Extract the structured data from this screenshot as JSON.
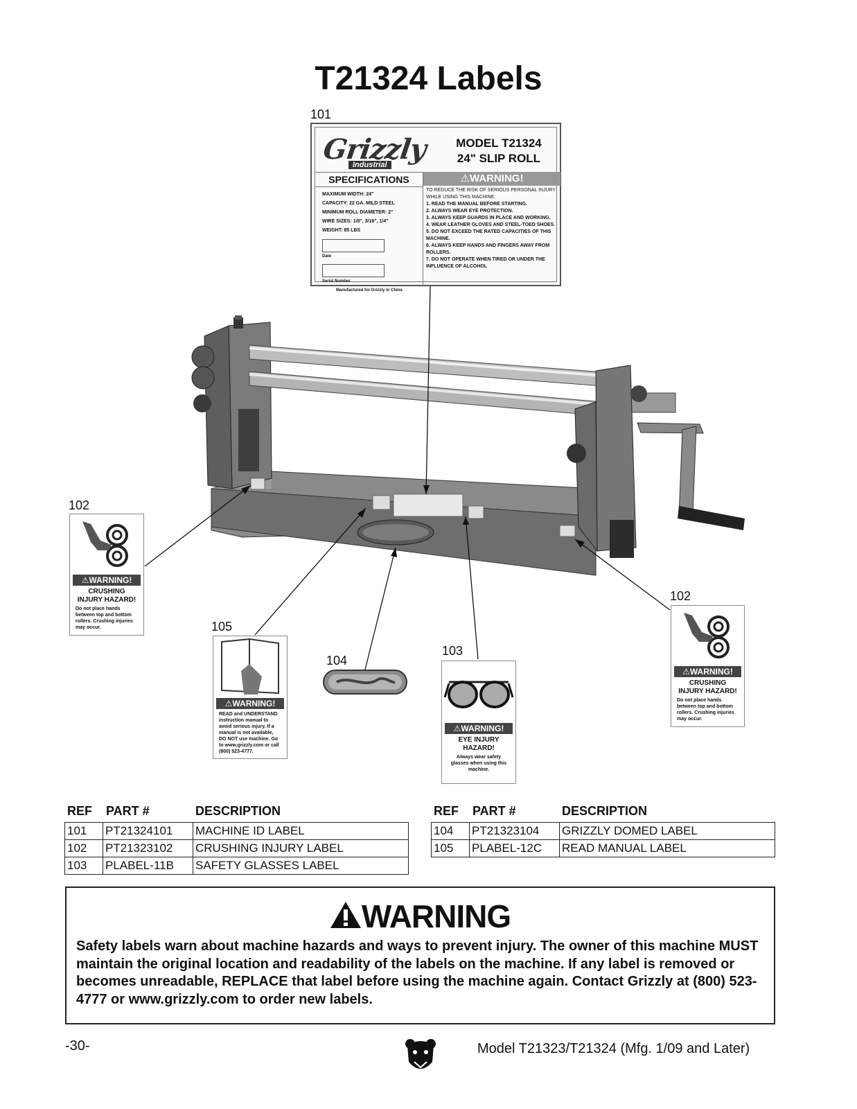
{
  "title": "T21324 Labels",
  "callouts": {
    "c101": "101",
    "c102a": "102",
    "c102b": "102",
    "c103": "103",
    "c104": "104",
    "c105": "105"
  },
  "machine_id_label": {
    "brand": "Grizzly",
    "brand_sub": "Industrial",
    "model_line1": "MODEL T21324",
    "model_line2": "24\" SLIP ROLL",
    "specs_header": "SPECIFICATIONS",
    "warning_header": "WARNING!",
    "specs": [
      "MAXIMUM WIDTH: 24\"",
      "CAPACITY: 22 GA. MILD STEEL",
      "MINIMUM ROLL DIAMETER: 2\"",
      "WIRE SIZES: 1/8\", 3/16\", 1/4\"",
      "WEIGHT: 85 LBS"
    ],
    "date_label": "Date",
    "serial_label": "Serial Number",
    "made_for": "Manufactured for Grizzly in China",
    "warning_intro": "TO REDUCE THE RISK OF SERIOUS PERSONAL INJURY WHILE USING THIS MACHINE:",
    "warnings": [
      "1. READ THE MANUAL BEFORE STARTING.",
      "2. ALWAYS WEAR EYE PROTECTION.",
      "3. ALWAYS KEEP GUARDS IN PLACE AND WORKING.",
      "4. WEAR LEATHER GLOVES AND STEEL-TOED SHOES.",
      "5. DO NOT EXCEED THE RATED CAPACITIES OF THIS MACHINE.",
      "6. ALWAYS KEEP HANDS AND FINGERS AWAY FROM ROLLERS.",
      "7. DO NOT OPERATE WHEN TIRED OR UNDER THE INFLUENCE OF ALCOHOL"
    ]
  },
  "crushing_label": {
    "warning": "WARNING!",
    "title_l1": "CRUSHING",
    "title_l2": "INJURY HAZARD!",
    "text": "Do not place hands between top and bottom rollers. Crushing injuries may occur."
  },
  "read_label": {
    "warning": "WARNING!",
    "text": "READ and UNDERSTAND instruction manual to avoid serious injury. If a manual is not available, DO NOT use machine. Go to www.grizzly.com or call (800) 523-4777."
  },
  "eye_label": {
    "warning": "WARNING!",
    "title_l1": "EYE INJURY",
    "title_l2": "HAZARD!",
    "text": "Always wear safety glasses when using this machine."
  },
  "table_headers": {
    "ref": "REF",
    "part": "PART #",
    "desc": "DESCRIPTION"
  },
  "parts_left": [
    [
      "101",
      "PT21324101",
      "MACHINE ID LABEL"
    ],
    [
      "102",
      "PT21323102",
      "CRUSHING INJURY LABEL"
    ],
    [
      "103",
      "PLABEL-11B",
      "SAFETY GLASSES LABEL"
    ]
  ],
  "parts_right": [
    [
      "104",
      "PT21323104",
      "GRIZZLY DOMED LABEL"
    ],
    [
      "105",
      "PLABEL-12C",
      "READ MANUAL LABEL"
    ]
  ],
  "warning_box": {
    "heading": "WARNING",
    "text": "Safety labels warn about machine hazards and ways to prevent injury. The owner of this machine MUST maintain the original location and readability of the labels on the machine. If any label is removed or becomes unreadable, REPLACE that label before using the machine again. Contact Grizzly at (800) 523-4777 or www.grizzly.com to order new labels."
  },
  "footer": {
    "page": "-30-",
    "model": "Model T21323/T21324 (Mfg. 1/09 and Later)"
  }
}
